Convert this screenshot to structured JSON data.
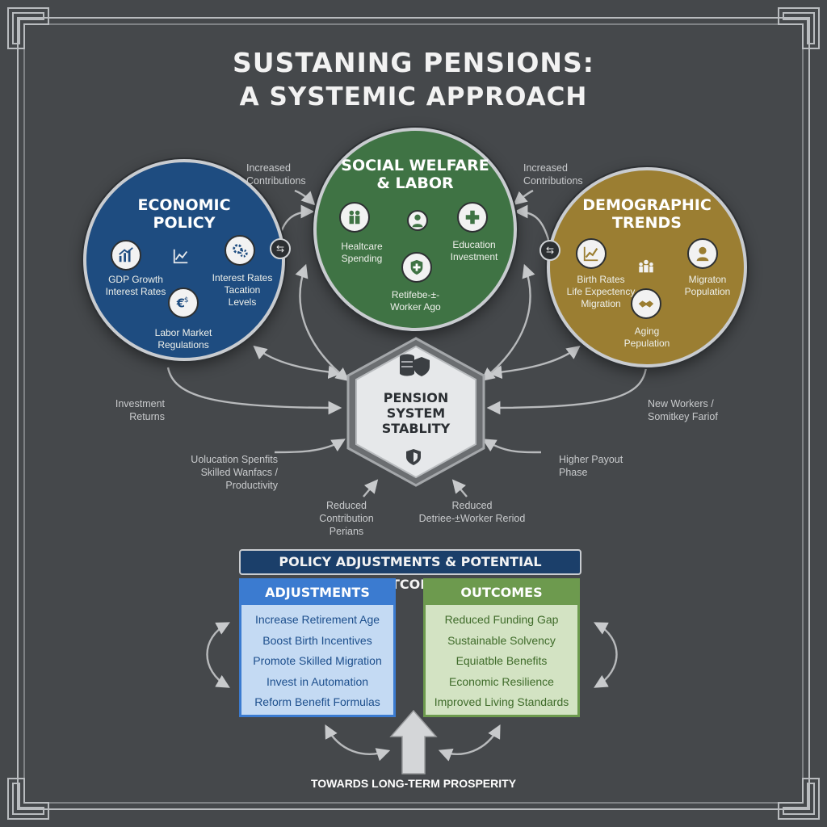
{
  "title": {
    "line1": "SUSTANING PENSIONS:",
    "line2": "A SYSTEMIC APPROACH"
  },
  "economic_policy": {
    "title": "ECONOMIC\nPOLICY",
    "gdp_label": "GDP Growth\nInterest Rates",
    "interest_label": "Interest Rates\nTacation\nLevels",
    "labor_label": "Labor Market\nRegulations",
    "color": "#1e4c80"
  },
  "social_welfare": {
    "title": "SOCIAL WELFARE\n& LABOR",
    "healthcare_label": "Healtcare\nSpending",
    "education_label": "Education\nInvestment",
    "retirement_label": "Retifebe-±-\nWorker Ago",
    "color": "#3f7344"
  },
  "demographic": {
    "title": "DEMOGRAPHIC\nTRENDS",
    "birth_label": "Birth Rates\nLife Expectency\nMigration",
    "migration_label": "Migraton\nPopulation",
    "aging_label": "Aging\nPepulation",
    "color": "#9b7e32"
  },
  "center": {
    "label": "PENSION\nSYSTEM\nSTABLITY"
  },
  "flow_labels": {
    "increased_left": "Increased\nContributions",
    "increased_right": "Increased\nContributions",
    "investment_returns": "Investment\nReturns",
    "new_workers": "New Workers /\nSomitkey Fariof",
    "education_benefits": "Uolucation Spenfits\nSkilled Wanfacs / Productivity",
    "higher_payout": "Higher Payout\nPhase",
    "reduced_left": "Reduced\nContribution Perians",
    "reduced_right": "Reduced\nDetriee-±Worker Reriod"
  },
  "policy": {
    "banner": "POLICY ADJUSTMENTS & POTENTIAL OUTCOMES",
    "adjustments": {
      "header": "ADJUSTMENTS",
      "items": [
        "Increase Retirement Age",
        "Boost Birth Incentives",
        "Promote Skilled Migration",
        "Invest in Automation",
        "Reform Benefit Formulas"
      ]
    },
    "outcomes": {
      "header": "OUTCOMES",
      "items": [
        "Reduced Funding Gap",
        "Sustainable Solvency",
        "Equiatble Benefits",
        "Economic Resilience",
        "Improved Living Standards"
      ]
    }
  },
  "footer": {
    "label": "TOWARDS LONG-TERM PROSPERITY"
  },
  "icons": {
    "econ": [
      "bar-chart-icon",
      "gears-icon",
      "line-chart-icon",
      "euro-dollar-icon"
    ],
    "social": [
      "family-icon",
      "medical-cross-icon",
      "health-shield-icon",
      "handshake-person-icon"
    ],
    "demo": [
      "growth-chart-icon",
      "group-icon",
      "elder-icon",
      "handshake-icon"
    ],
    "center": [
      "coins-icon",
      "shield-icon"
    ]
  }
}
